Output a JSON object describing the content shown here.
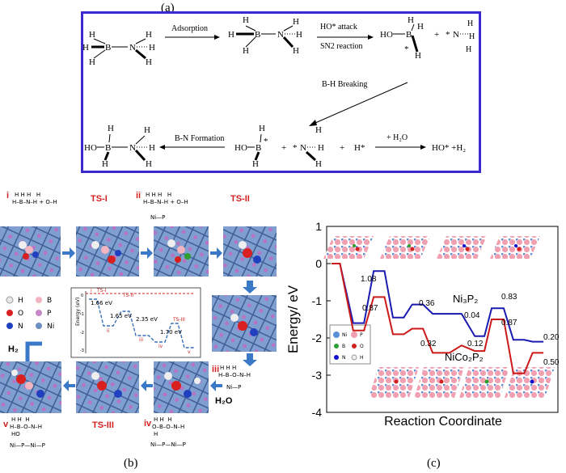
{
  "panel_a": {
    "label": "(a)",
    "step_adsorption": "Adsorption",
    "step_ho_attack_1": "HO* attack",
    "step_ho_attack_2": "SN2 reaction",
    "step_bh_breaking": "B-H Breaking",
    "step_bn_formation": "B-N Formation",
    "step_h2o": "+ H₂O",
    "final_products": "HO* +H₂",
    "h_star": "H*",
    "ho": "HO",
    "plus": "+"
  },
  "panel_b": {
    "label": "(b)",
    "states_top": [
      "i",
      "TS-I",
      "ii",
      "TS-II"
    ],
    "states_bottom": [
      "v",
      "TS-III",
      "iv",
      "iii"
    ],
    "h2_label": "H₂",
    "h2o_label": "H₂O",
    "legend": [
      {
        "symbol": "H",
        "color": "#e8e8e8"
      },
      {
        "symbol": "B",
        "color": "#f2b4c0"
      },
      {
        "symbol": "O",
        "color": "#d92020"
      },
      {
        "symbol": "P",
        "color": "#c888c8"
      },
      {
        "symbol": "N",
        "color": "#2040c0"
      },
      {
        "symbol": "Ni",
        "color": "#6a8fc0"
      }
    ],
    "inset": {
      "ylabel": "Energy (eV)",
      "barriers": [
        "1.66 eV",
        "1.65 eV",
        "2.35 eV",
        "1.70 eV"
      ],
      "state_tags": [
        "i",
        "TS-I",
        "TS-II",
        "TS-III",
        "ii",
        "iii",
        "iv",
        "v"
      ],
      "yticks": [
        "0",
        "-1",
        "-2",
        "-3"
      ]
    },
    "struct_i": "H  H  H     H\nH–B–N–H  +  O–H\nH  H  H",
    "struct_ii": "H  H  H     H\nH–B–N–H  + O–H\n   H\n  Ni–P",
    "struct_iii": "H  H  H\nH–B–O–N–H\n      H\n  Ni–P",
    "struct_iv": "H  H  H\nO–B–O–N–H\n  H\nNi–P–Ni–P",
    "struct_v": "H  H  H\nH–B–O–N–H\n HO\nNi–P–Ni–P"
  },
  "panel_c": {
    "label": "(c)",
    "legend": [
      {
        "symbol": "Ni",
        "color": "#5b8fd6"
      },
      {
        "symbol": "P",
        "color": "#f0a0b0"
      },
      {
        "symbol": "B",
        "color": "#2ea02e"
      },
      {
        "symbol": "O",
        "color": "#d02020"
      },
      {
        "symbol": "N",
        "color": "#1010d0"
      },
      {
        "symbol": "H",
        "color": "#f0f0f0"
      }
    ]
  },
  "chart_data": {
    "type": "line",
    "ylabel": "Energy/ eV",
    "xlabel": "Reaction Coordinate",
    "ylim": [
      -4,
      1
    ],
    "yticks": [
      1,
      0,
      -1,
      -2,
      -3,
      -4
    ],
    "series": [
      {
        "name": "Ni3P2",
        "color": "#1a1ab0",
        "points": [
          [
            0,
            0
          ],
          [
            0.35,
            0
          ],
          [
            0.9,
            -1.6
          ],
          [
            1.35,
            -1.6
          ],
          [
            1.75,
            -0.2
          ],
          [
            2.2,
            -0.2
          ],
          [
            2.55,
            -1.45
          ],
          [
            3.0,
            -1.45
          ],
          [
            3.35,
            -1.1
          ],
          [
            3.8,
            -1.1
          ],
          [
            4.2,
            -1.35
          ],
          [
            4.9,
            -1.35
          ],
          [
            5.4,
            -1.35
          ],
          [
            5.95,
            -1.95
          ],
          [
            6.35,
            -1.95
          ],
          [
            6.65,
            -1.2
          ],
          [
            7.15,
            -1.2
          ],
          [
            7.55,
            -2.05
          ],
          [
            8.0,
            -2.05
          ],
          [
            8.35,
            -2.1
          ],
          [
            8.8,
            -2.1
          ]
        ]
      },
      {
        "name": "NiCo2P2",
        "color": "#cc1a1a",
        "points": [
          [
            0,
            0
          ],
          [
            0.35,
            0
          ],
          [
            0.9,
            -1.8
          ],
          [
            1.35,
            -1.8
          ],
          [
            1.75,
            -0.9
          ],
          [
            2.2,
            -0.9
          ],
          [
            2.55,
            -1.9
          ],
          [
            3.0,
            -1.9
          ],
          [
            3.35,
            -1.75
          ],
          [
            3.8,
            -1.75
          ],
          [
            4.2,
            -2.4
          ],
          [
            4.9,
            -2.4
          ],
          [
            5.4,
            -2.2
          ],
          [
            5.95,
            -2.35
          ],
          [
            6.35,
            -2.35
          ],
          [
            6.65,
            -1.5
          ],
          [
            7.15,
            -1.5
          ],
          [
            7.55,
            -2.95
          ],
          [
            8.0,
            -2.95
          ],
          [
            8.35,
            -2.4
          ],
          [
            8.8,
            -2.4
          ]
        ]
      }
    ],
    "annotations": [
      "1.08",
      "0.87",
      "0.36",
      "0.04",
      "0.32",
      "0.12",
      "0.83",
      "0.87",
      "0.20",
      "0.50"
    ],
    "series_labels": [
      "Ni₃P₂",
      "NiCo₂P₂"
    ]
  }
}
